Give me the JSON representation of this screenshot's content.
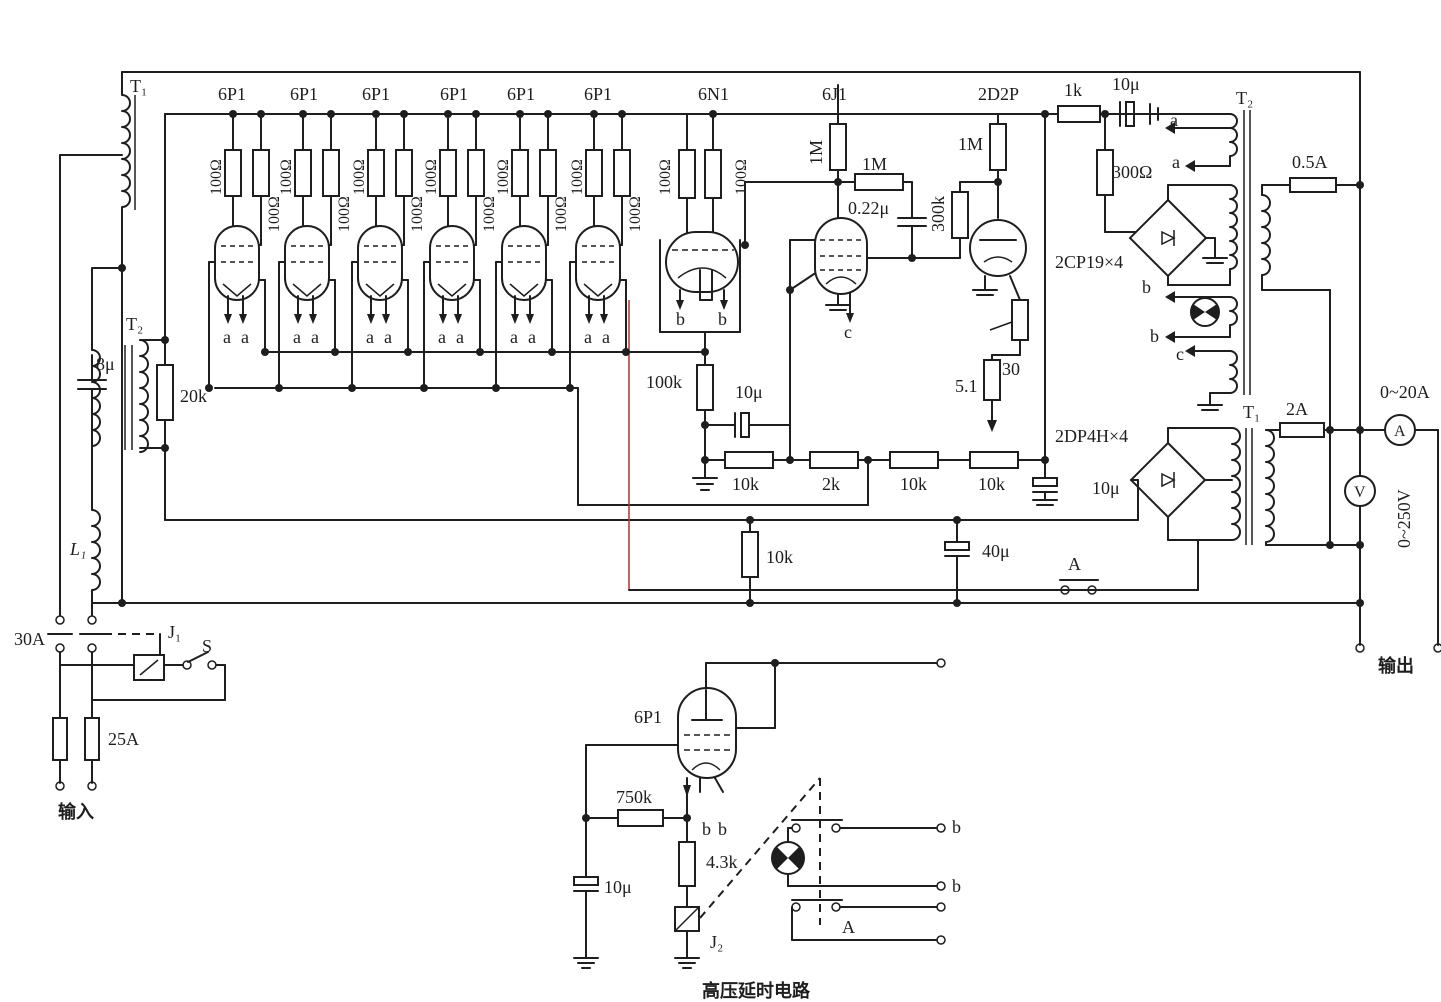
{
  "tube_labels": [
    "6P1",
    "6P1",
    "6P1",
    "6P1",
    "6P1",
    "6P1",
    "6N1",
    "6J1",
    "2D2P"
  ],
  "grid_resistor_label": "100Ω",
  "anode_pin_label": "a",
  "heater_label_b": "b",
  "heater_label_c": "c",
  "left": {
    "t1": "T₁",
    "t2": "T₂",
    "cap_8u": "8μ",
    "res_20k": "20k",
    "l1": "L₁",
    "breaker_30a": "30A",
    "relay_j1": "J₁",
    "switch_s": "S",
    "fuse_25a": "25A",
    "input": "输入"
  },
  "middle": {
    "res_100k": "100k",
    "cap_10u": "10μ",
    "res_10k_a": "10k",
    "res_2k": "2k",
    "res_10k_b": "10k",
    "res_10k_c": "10k",
    "res_1m_a": "1M",
    "res_1m_b": "1M",
    "cap_022u": "0.22μ",
    "res_300k": "300k",
    "res_1m_c": "1M",
    "res_30": "30",
    "res_5_1": "5.1",
    "res_10k_load": "10k",
    "cap_40u": "40μ",
    "contact_a": "A"
  },
  "right": {
    "res_1k": "1k",
    "cap_10u_top": "10μ",
    "t2": "T₂",
    "res_300": "300Ω",
    "bridge_2cp19": "2CP19×4",
    "fuse_05a": "0.5A",
    "bridge_2dp4h": "2DP4H×4",
    "t1": "T₁",
    "fuse_2a": "2A",
    "cap_10u_bridge": "10μ",
    "ammeter_range": "0~20A",
    "ammeter_symbol": "A",
    "voltmeter_symbol": "V",
    "voltmeter_range": "0~250V",
    "output": "输出"
  },
  "delay_circuit": {
    "tube": "6P1",
    "res_750k": "750k",
    "res_4_3k": "4.3k",
    "cap_10u": "10μ",
    "relay_j2": "J₂",
    "contact_a": "A",
    "title": "高压延时电路"
  }
}
